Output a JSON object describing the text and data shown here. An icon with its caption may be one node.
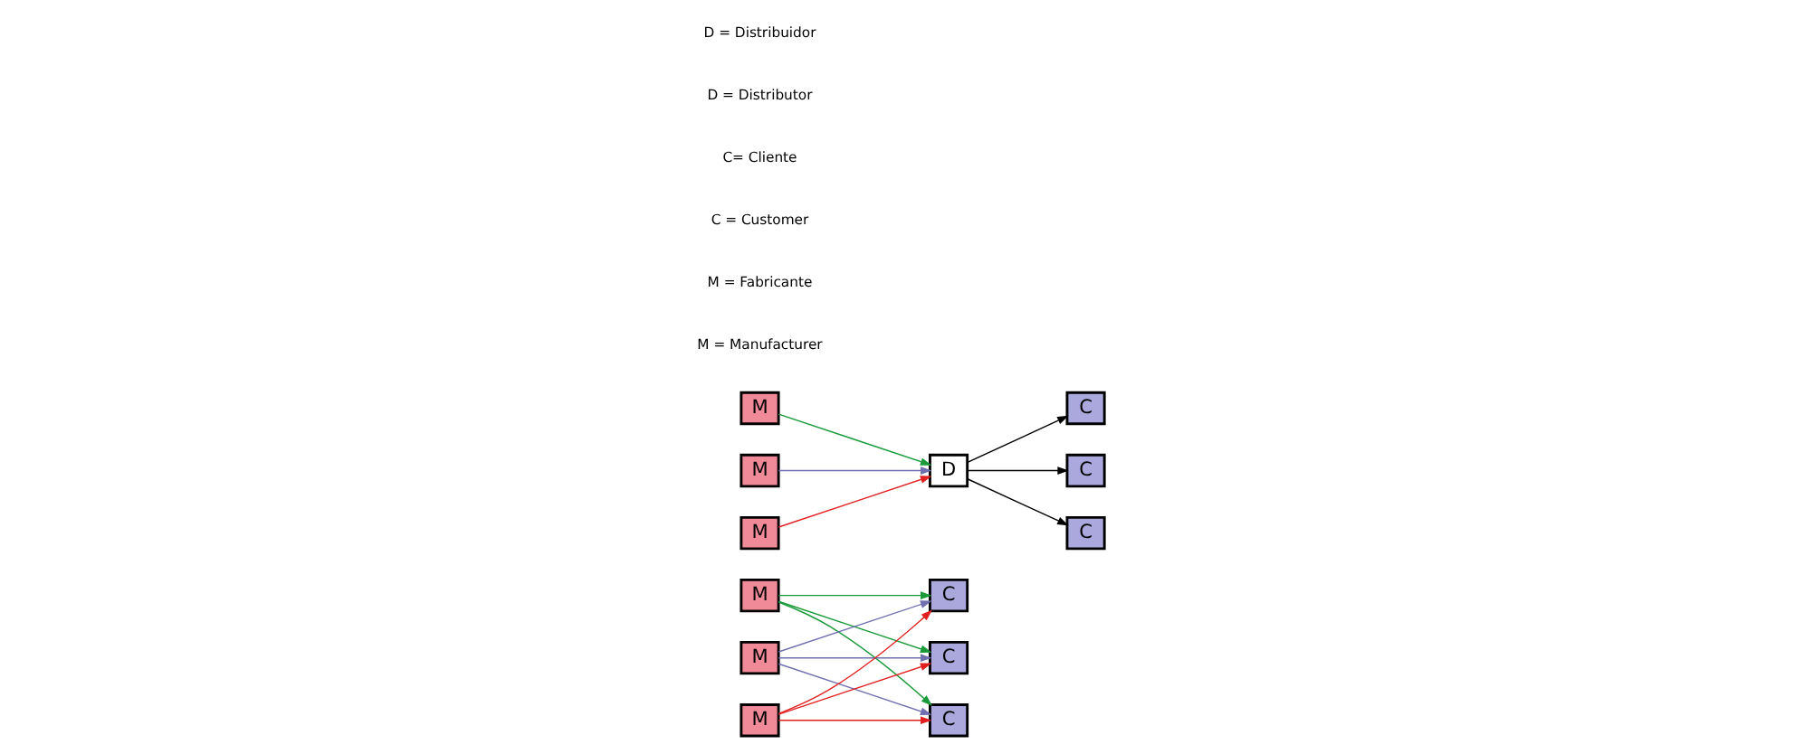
{
  "diagram": {
    "nodes": [
      {
        "text": [
          "M"
        ]
      },
      {
        "text": [
          "M"
        ]
      },
      {
        "text": [
          "M"
        ]
      },
      {
        "text": [
          "C"
        ]
      },
      {
        "text": [
          "C"
        ]
      },
      {
        "text": [
          "C"
        ]
      },
      {
        "text": [
          "M"
        ]
      },
      {
        "text": [
          "M"
        ]
      },
      {
        "text": [
          "M"
        ]
      },
      {
        "text": [
          "D"
        ]
      },
      {
        "text": [
          "C"
        ]
      },
      {
        "text": [
          "C"
        ]
      },
      {
        "text": [
          "C"
        ]
      }
    ],
    "edges": [
      {
        "from": 0,
        "to": 3,
        "arrow": "to",
        "color": "#1a9a3a"
      },
      {
        "from": 0,
        "to": 4,
        "arrow": "to",
        "color": "#1a9a3a"
      },
      {
        "from": 0,
        "to": 5,
        "arrow": "to",
        "color": "#1a9a3a"
      },
      {
        "from": 1,
        "to": 3,
        "arrow": "to",
        "color": "#7070b0"
      },
      {
        "from": 1,
        "to": 4,
        "arrow": "to",
        "color": "#7070b0"
      },
      {
        "from": 1,
        "to": 5,
        "arrow": "to",
        "color": "#7070b0"
      },
      {
        "from": 2,
        "to": 3,
        "arrow": "to",
        "color": "#e02020"
      },
      {
        "from": 2,
        "to": 4,
        "arrow": "to",
        "color": "#e02020"
      },
      {
        "from": 2,
        "to": 5,
        "arrow": "to",
        "color": "#e02020"
      },
      {
        "from": 6,
        "to": 9,
        "arrow": "to",
        "color": "#1a9a3a"
      },
      {
        "from": 7,
        "to": 9,
        "arrow": "to",
        "color": "#7070b0"
      },
      {
        "from": 8,
        "to": 9,
        "arrow": "to",
        "color": "#e02020"
      },
      {
        "from": 9,
        "to": 10,
        "arrow": "to",
        "color": "#000000"
      },
      {
        "from": 9,
        "to": 11,
        "arrow": "to",
        "color": "#000000"
      },
      {
        "from": 9,
        "to": 12,
        "arrow": "to",
        "color": "#000000"
      }
    ],
    "labels": [
      "M = Manufacturer",
      "M = Fabricante",
      "C = Customer",
      "C= Cliente",
      "D = Distributor",
      "D = Distribuidor"
    ]
  }
}
